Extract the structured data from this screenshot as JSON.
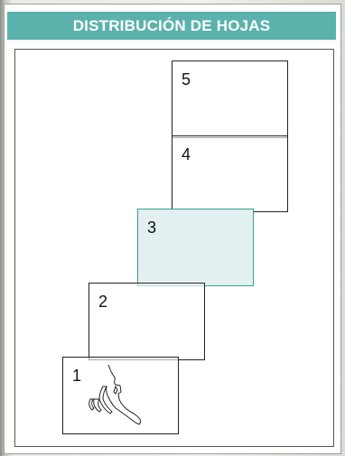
{
  "title": "DISTRIBUCIÓN DE HOJAS",
  "sheets": [
    {
      "number": "1",
      "active": false
    },
    {
      "number": "2",
      "active": false
    },
    {
      "number": "3",
      "active": true
    },
    {
      "number": "4",
      "active": false
    },
    {
      "number": "5",
      "active": false
    }
  ],
  "colors": {
    "header": "#5bb2ad",
    "active_fill": "#e2f0ef",
    "active_border": "#3a9c96"
  }
}
